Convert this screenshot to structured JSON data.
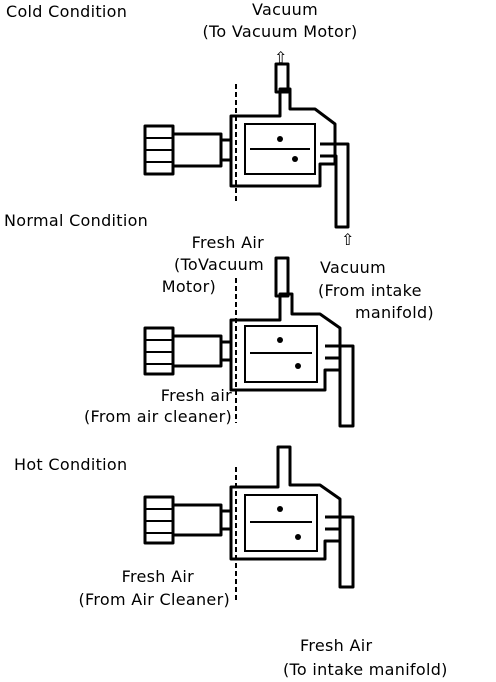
{
  "cold": {
    "title": "Cold Condition",
    "top_label_1": "Vacuum",
    "top_label_2": "(To Vacuum Motor)"
  },
  "normal": {
    "title": "Normal Condition",
    "fresh_air_1": "Fresh Air",
    "fresh_air_2": "(ToVacuum",
    "fresh_air_3": "Motor)",
    "vacuum_1": "Vacuum",
    "vacuum_2": "(From intake",
    "vacuum_3": "manifold)",
    "fresh_in_1": "Fresh air",
    "fresh_in_2": "(From air cleaner)"
  },
  "hot": {
    "title": "Hot Condition",
    "fresh_in_1": "Fresh Air",
    "fresh_in_2": "(From Air Cleaner)",
    "fresh_out_1": "Fresh Air",
    "fresh_out_2": "(To intake manifold)"
  },
  "icons": [
    "arrow-up-icon",
    "valve-drawing"
  ]
}
